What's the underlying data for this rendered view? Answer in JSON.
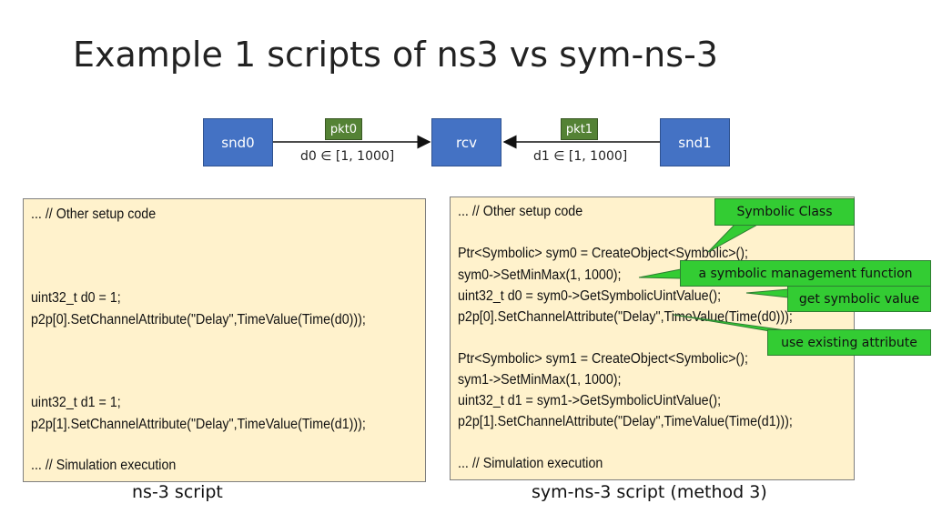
{
  "title": "Example 1 scripts of ns3 vs sym-ns-3",
  "topology": {
    "nodes": [
      "snd0",
      "rcv",
      "snd1"
    ],
    "packets": [
      "pkt0",
      "pkt1"
    ],
    "delays": [
      "d0 ∈ [1, 1000]",
      "d1 ∈ [1, 1000]"
    ]
  },
  "ns3_script": {
    "lines": [
      "...  // Other setup code",
      "uint32_t d0 = 1;",
      "p2p[0].SetChannelAttribute(\"Delay\",TimeValue(Time(d0)));",
      "uint32_t d1 = 1;",
      "p2p[1].SetChannelAttribute(\"Delay\",TimeValue(Time(d1)));",
      "... // Simulation execution"
    ],
    "caption": "ns-3 script"
  },
  "symns3_script": {
    "lines": [
      "... // Other setup code",
      "Ptr<Symbolic> sym0 = CreateObject<Symbolic>();",
      "sym0->SetMinMax(1, 1000);",
      "uint32_t d0 = sym0->GetSymbolicUintValue();",
      "p2p[0].SetChannelAttribute(\"Delay\",TimeValue(Time(d0)));",
      "Ptr<Symbolic> sym1 = CreateObject<Symbolic>();",
      "sym1->SetMinMax(1, 1000);",
      "uint32_t d1 = sym1->GetSymbolicUintValue();",
      "p2p[1].SetChannelAttribute(\"Delay\",TimeValue(Time(d1)));",
      "...  // Simulation execution"
    ],
    "caption": "sym-ns-3 script (method 3)"
  },
  "callouts": {
    "symbolic_class": "Symbolic Class",
    "management_function": "a symbolic management function",
    "get_value": "get symbolic value",
    "existing_attribute": "use existing attribute"
  },
  "colors": {
    "node": "#4472c4",
    "packet": "#548235",
    "code_background": "#fff2cc",
    "callout": "#33cc33"
  }
}
